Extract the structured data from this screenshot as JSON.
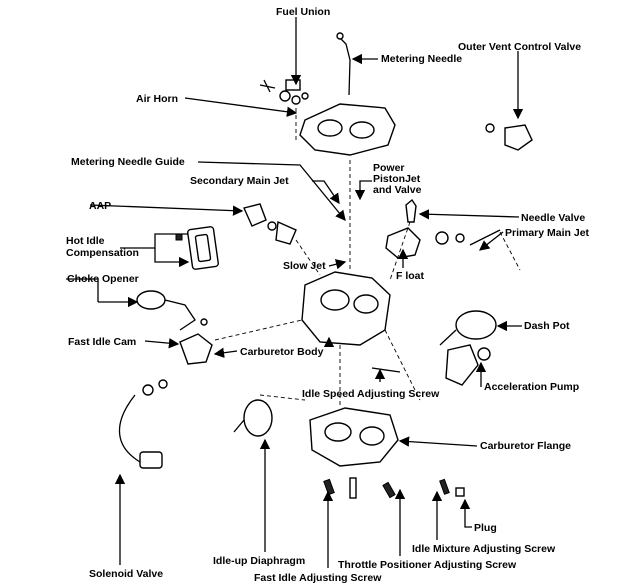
{
  "labels": {
    "fuel_union": "Fuel Union",
    "metering_needle": "Metering Needle",
    "outer_vent_control_valve": "Outer Vent Control Valve",
    "air_horn": "Air Horn",
    "metering_needle_guide": "Metering Needle Guide",
    "power_piston_jet_valve": "Power\nPistonJet\nand Valve",
    "secondary_main_jet": "Secondary Main Jet",
    "aap": "AAP",
    "needle_valve": "Needle Valve",
    "primary_main_jet": "Primary Main Jet",
    "hot_idle_compensation": "Hot Idle\nCompensation",
    "slow_jet": "Slow Jet",
    "float": "F loat",
    "choke_opener": "Choke Opener",
    "dash_pot": "Dash Pot",
    "fast_idle_cam": "Fast Idle Cam",
    "carburetor_body": "Carburetor Body",
    "idle_speed_adjusting_screw": "Idle Speed Adjusting Screw",
    "acceleration_pump": "Acceleration Pump",
    "carburetor_flange": "Carburetor Flange",
    "plug": "Plug",
    "idle_mixture_adjusting_screw": "Idle Mixture Adjusting Screw",
    "solenoid_valve": "Solenoid Valve",
    "idle_up_diaphragm": "Idle-up Diaphragm",
    "throttle_positioner_adjusting_screw": "Throttle Positioner Adjusting Screw",
    "fast_idle_adjusting_screw": "Fast Idle Adjusting Screw"
  }
}
